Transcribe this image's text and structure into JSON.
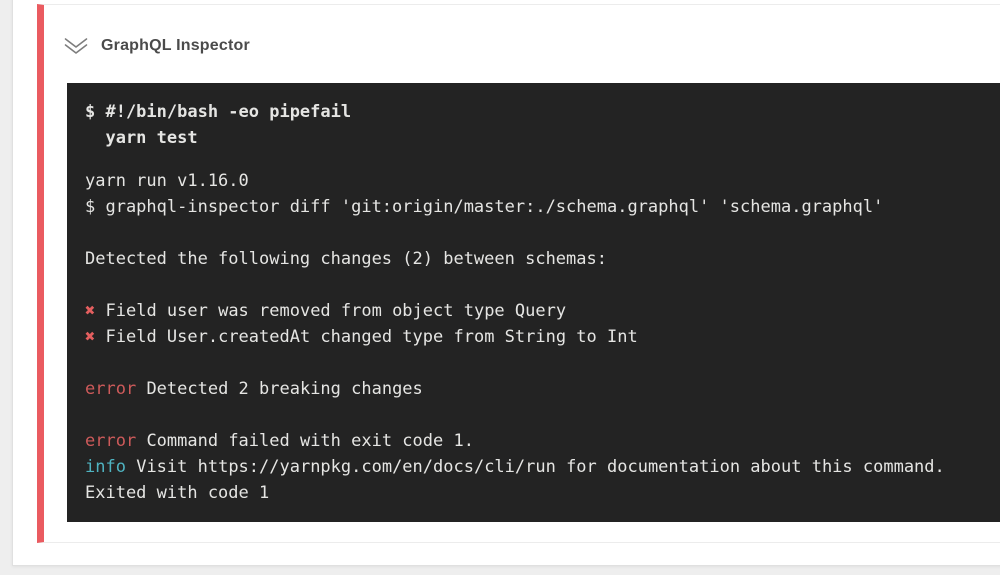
{
  "page": {
    "background": "#eeeeee"
  },
  "step": {
    "title": "GraphQL Inspector",
    "status": "failed",
    "accent_color": "#ea5b60",
    "collapse_icon": "chevron-double-down"
  },
  "terminal": {
    "background": "#232323",
    "text_color": "#e5e5e3",
    "colors": {
      "cross": "#e45f5f",
      "error": "#cd5a5a",
      "info": "#4fb3c1"
    },
    "lines": [
      {
        "kind": "command",
        "text": "$ #!/bin/bash -eo pipefail"
      },
      {
        "kind": "command",
        "text": "  yarn test"
      },
      {
        "kind": "gap"
      },
      {
        "kind": "plain",
        "text": "yarn run v1.16.0"
      },
      {
        "kind": "plain",
        "text": "$ graphql-inspector diff 'git:origin/master:./schema.graphql' 'schema.graphql'"
      },
      {
        "kind": "blank"
      },
      {
        "kind": "plain",
        "text": "Detected the following changes (2) between schemas:"
      },
      {
        "kind": "blank"
      },
      {
        "kind": "plain",
        "prefix": "✖",
        "color": "cross",
        "prefix_name": "breaking-change-x-icon",
        "text": "Field user was removed from object type Query"
      },
      {
        "kind": "plain",
        "prefix": "✖",
        "color": "cross",
        "prefix_name": "breaking-change-x-icon",
        "text": "Field User.createdAt changed type from String to Int"
      },
      {
        "kind": "blank"
      },
      {
        "kind": "plain",
        "prefix": "error",
        "color": "error",
        "prefix_name": "error-tag",
        "text": "Detected 2 breaking changes"
      },
      {
        "kind": "blank"
      },
      {
        "kind": "plain",
        "prefix": "error",
        "color": "error",
        "prefix_name": "error-tag",
        "text": "Command failed with exit code 1."
      },
      {
        "kind": "plain",
        "prefix": "info",
        "color": "info",
        "prefix_name": "info-tag",
        "text": "Visit https://yarnpkg.com/en/docs/cli/run for documentation about this command."
      },
      {
        "kind": "plain",
        "text": "Exited with code 1"
      }
    ]
  }
}
